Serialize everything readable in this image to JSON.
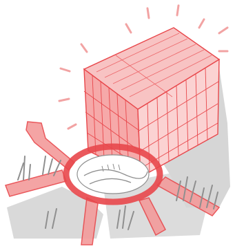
{
  "palette": {
    "background": "#ffffff",
    "ground_shadow": "#cfcfcf",
    "ground_dark": "#bdbdbd",
    "ink_red": "#e8474b",
    "fill_pink": "#f6b3b3",
    "fill_pink_light": "#fbd6d6",
    "ink_grey": "#8f8f8f"
  },
  "illustration": {
    "subject": "hand-drawn-building-sketch",
    "elements": [
      "building-block",
      "roundabout-ring",
      "radiating-roads",
      "ground-shadow",
      "sun-rays",
      "trees"
    ]
  }
}
